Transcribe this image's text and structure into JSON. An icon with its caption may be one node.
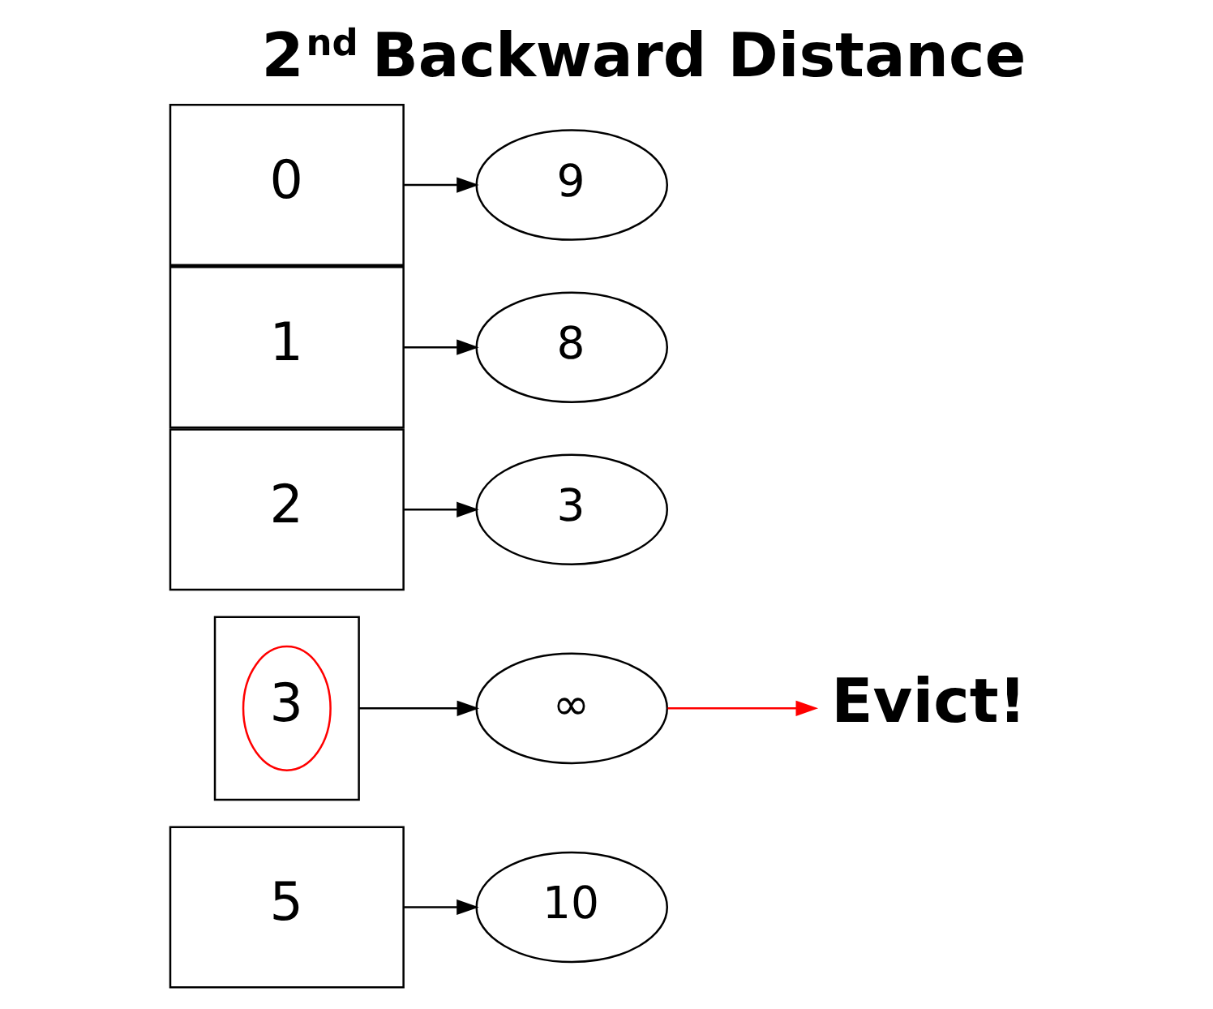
{
  "diagram": {
    "title": "2$^{nd}$ Backward Distance",
    "nodes": [
      {
        "text": [
          "0"
        ]
      },
      {
        "text": [
          "9"
        ]
      },
      {
        "text": [
          "1"
        ]
      },
      {
        "text": [
          "8"
        ]
      },
      {
        "text": [
          "2"
        ]
      },
      {
        "text": [
          "3"
        ]
      },
      {
        "text": [],
        "shape": "box"
      },
      {
        "text": [
          "3"
        ],
        "in": 6
      },
      {
        "text": [
          "∞"
        ]
      },
      {
        "text": [
          "Evict!"
        ]
      },
      {
        "text": [
          "5"
        ]
      },
      {
        "text": [
          "10"
        ]
      }
    ],
    "edges": [
      {
        "from": 0,
        "to": 1,
        "arrow": "to"
      },
      {
        "from": 2,
        "to": 3,
        "arrow": "to"
      },
      {
        "from": 4,
        "to": 5,
        "arrow": "to"
      },
      {
        "from": 6,
        "to": 8,
        "arrow": "to"
      },
      {
        "from": 8,
        "to": 9,
        "arrow": "to",
        "color": "#ff0000"
      },
      {
        "from": 10,
        "to": 11,
        "arrow": "to"
      }
    ]
  }
}
